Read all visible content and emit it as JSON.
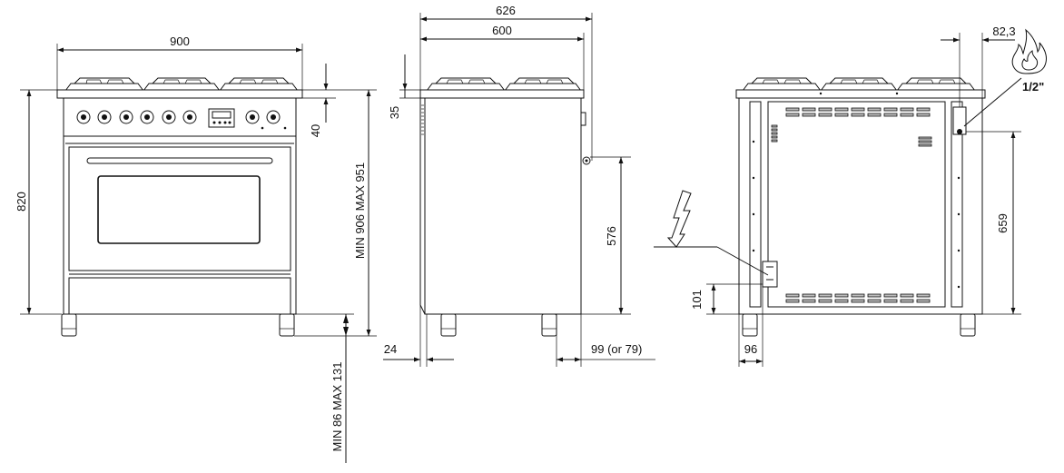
{
  "views": {
    "front": {
      "dim_width": "900",
      "dim_height": "820",
      "dim_hob_edge": "40",
      "dim_total_height": "MIN  906  MAX 951",
      "dim_feet": "MIN  86  MAX 131"
    },
    "side": {
      "dim_overall_depth": "626",
      "dim_body_depth": "600",
      "dim_top": "35",
      "dim_gas_height": "576",
      "dim_front_offset": "24",
      "dim_rear_offset": "99  (or 79)"
    },
    "rear": {
      "dim_gas_offset": "82,3",
      "gas_thread": "1/2\"",
      "dim_gas_height": "659",
      "dim_elec_height": "101",
      "dim_elec_offset": "96"
    }
  },
  "icons": [
    "flame-icon",
    "lightning-icon",
    "gas-connector-icon",
    "electrical-box-icon"
  ]
}
